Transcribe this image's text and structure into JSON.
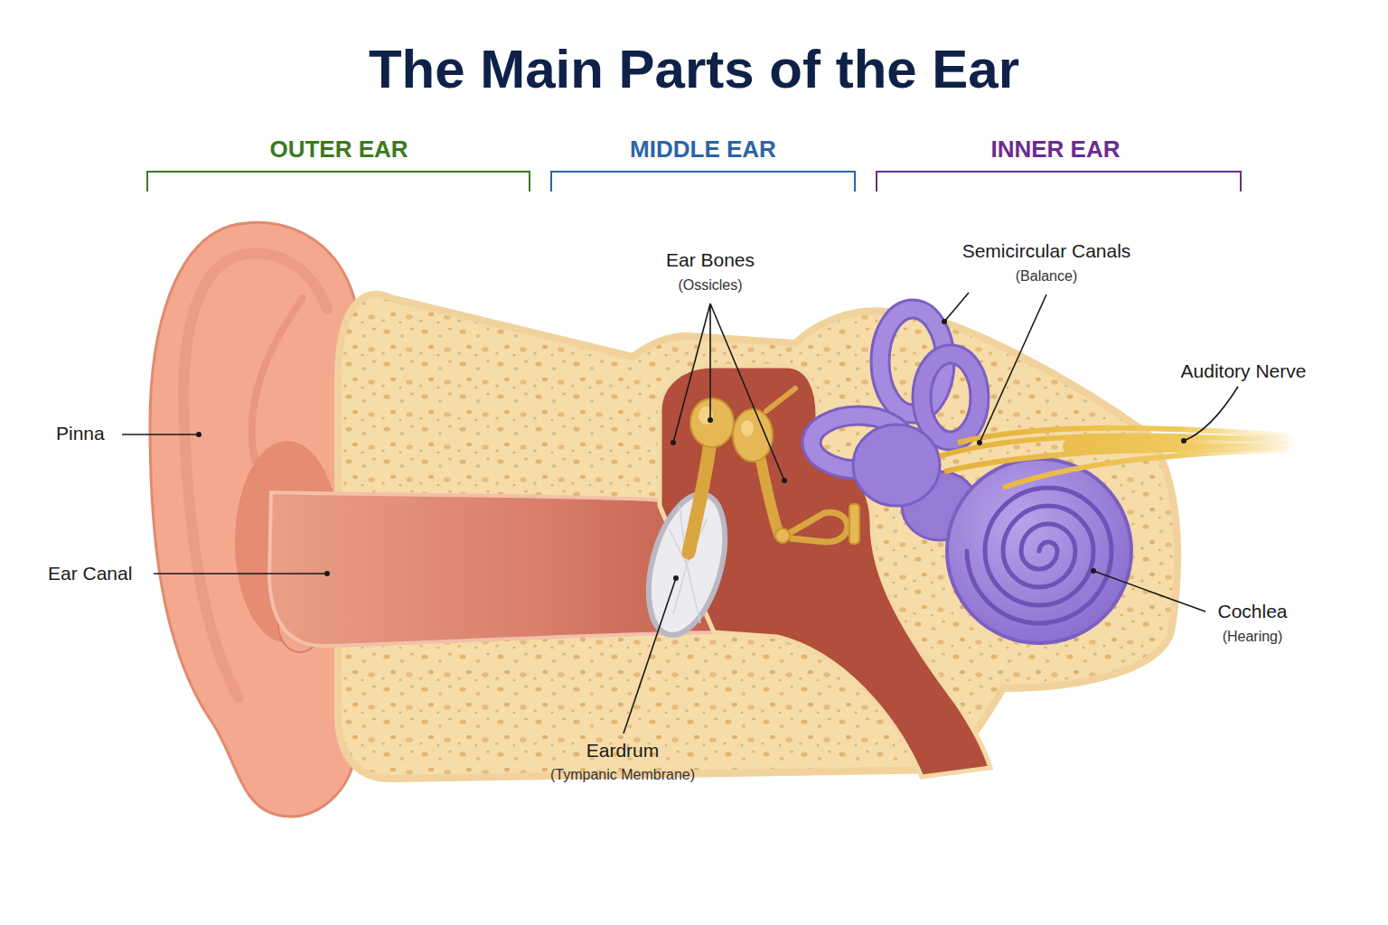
{
  "diagram": {
    "title": "The Main Parts of the Ear",
    "labels": [
      "OUTER EAR",
      "MIDDLE EAR",
      "INNER EAR",
      "Ear Bones",
      "(Ossicles)",
      "Semicircular Canals",
      "(Balance)",
      "Pinna",
      "Auditory Nerve",
      "Ear Canal",
      "Cochlea",
      "(Hearing)",
      "Eardrum",
      "(Tympanic Membrane)"
    ]
  }
}
